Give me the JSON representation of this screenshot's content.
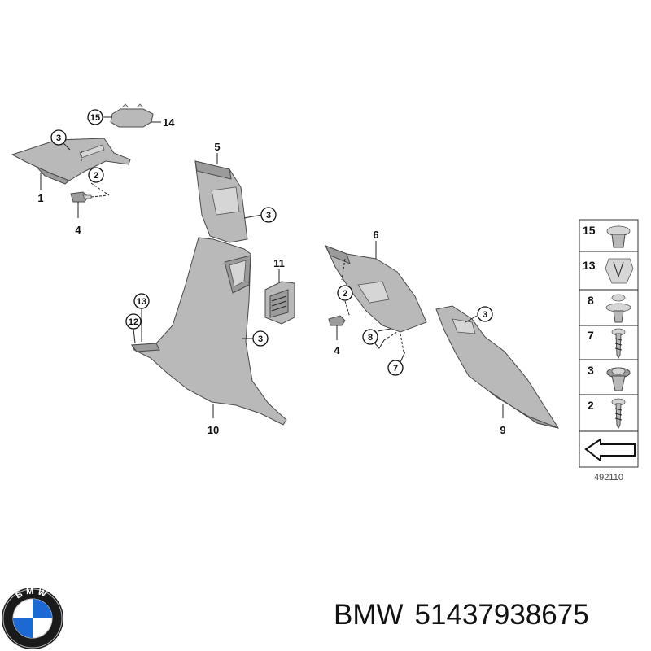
{
  "callouts": {
    "c15": "15",
    "c14": "14",
    "c3a": "3",
    "c2a": "2",
    "c1": "1",
    "c4a": "4",
    "c5": "5",
    "c3b": "3",
    "c11": "11",
    "c13": "13",
    "c12": "12",
    "c3c": "3",
    "c10": "10",
    "c6": "6",
    "c2b": "2",
    "c4b": "4",
    "c8": "8",
    "c7": "7",
    "c3d": "3",
    "c9": "9"
  },
  "legend": {
    "items": [
      "15",
      "13",
      "8",
      "7",
      "3",
      "2"
    ],
    "catalog_number": "492110"
  },
  "brand": {
    "name": "BMW",
    "part_number": "51437938675",
    "logo_text": "BMW",
    "colors": {
      "blue": "#1c69d4",
      "ring": "#111111",
      "white": "#ffffff"
    }
  }
}
